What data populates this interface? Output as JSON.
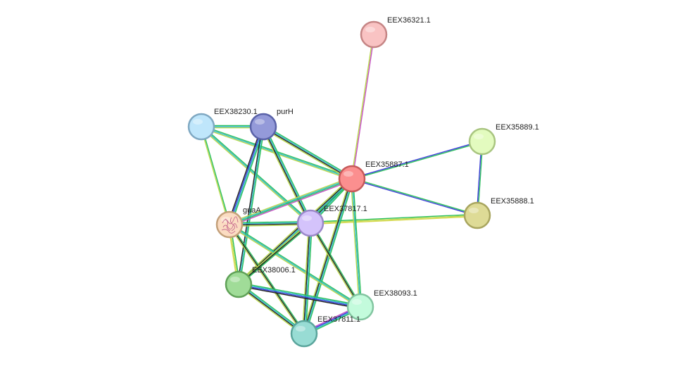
{
  "network": {
    "nodes": [
      {
        "id": "EEX36321.1",
        "label": "EEX36321.1",
        "color": "#f9c3c3",
        "stroke": "#c58585"
      },
      {
        "id": "EEX38230.1",
        "label": "EEX38230.1",
        "color": "#bfe6fb",
        "stroke": "#7fa8c2"
      },
      {
        "id": "purH",
        "label": "purH",
        "color": "#949ad9",
        "stroke": "#5a62a8"
      },
      {
        "id": "EEX35889.1",
        "label": "EEX35889.1",
        "color": "#e3fbbf",
        "stroke": "#a9c580"
      },
      {
        "id": "EEX35887.1",
        "label": "EEX35887.1",
        "color": "#fb8f8f",
        "stroke": "#c65a5a"
      },
      {
        "id": "EEX35888.1",
        "label": "EEX35888.1",
        "color": "#dedb96",
        "stroke": "#a8a55e"
      },
      {
        "id": "guaA",
        "label": "guaA",
        "color": "#fbdcc2",
        "stroke": "#c3a07a",
        "has_structure": true
      },
      {
        "id": "EEX37817.1",
        "label": "EEX37817.1",
        "color": "#d4c3fb",
        "stroke": "#9a88c8"
      },
      {
        "id": "EEX38006.1",
        "label": "EEX38006.1",
        "color": "#a0dc98",
        "stroke": "#5fa157"
      },
      {
        "id": "EEX38093.1",
        "label": "EEX38093.1",
        "color": "#c3fbdc",
        "stroke": "#82c5a0"
      },
      {
        "id": "EEX37811.1",
        "label": "EEX37811.1",
        "color": "#98dcd4",
        "stroke": "#5aa59c"
      }
    ],
    "edges": [
      {
        "source": "EEX36321.1",
        "target": "EEX35887.1",
        "colors": [
          "#c44ec4",
          "#b7d84a"
        ]
      },
      {
        "source": "EEX35889.1",
        "target": "EEX35887.1",
        "colors": [
          "#2abf5c",
          "#3a3ad8"
        ]
      },
      {
        "source": "EEX35889.1",
        "target": "EEX35888.1",
        "colors": [
          "#2abf5c",
          "#3a3ad8"
        ]
      },
      {
        "source": "EEX35887.1",
        "target": "EEX35888.1",
        "colors": [
          "#2abf5c",
          "#3a3ad8"
        ]
      },
      {
        "source": "EEX37817.1",
        "target": "EEX35888.1",
        "colors": [
          "#2abf5c",
          "#b7d84a",
          "#d8d84a"
        ]
      },
      {
        "source": "EEX38230.1",
        "target": "purH",
        "colors": [
          "#2abf5c",
          "#2fb8c8",
          "#b7d84a"
        ]
      },
      {
        "source": "EEX38230.1",
        "target": "EEX35887.1",
        "colors": [
          "#2abf5c",
          "#2fb8c8",
          "#b7d84a"
        ]
      },
      {
        "source": "EEX38230.1",
        "target": "guaA",
        "colors": [
          "#2abf5c",
          "#b7d84a"
        ]
      },
      {
        "source": "EEX38230.1",
        "target": "EEX37817.1",
        "colors": [
          "#2abf5c",
          "#2fb8c8",
          "#b7d84a"
        ]
      },
      {
        "source": "purH",
        "target": "EEX35887.1",
        "colors": [
          "#2abf5c",
          "#2fb8c8",
          "#222222",
          "#b7d84a"
        ]
      },
      {
        "source": "purH",
        "target": "guaA",
        "colors": [
          "#2abf5c",
          "#2fb8c8",
          "#3a3ad8",
          "#222222"
        ]
      },
      {
        "source": "purH",
        "target": "EEX37817.1",
        "colors": [
          "#2abf5c",
          "#2fb8c8",
          "#222222",
          "#b7d84a"
        ]
      },
      {
        "source": "purH",
        "target": "EEX38006.1",
        "colors": [
          "#2abf5c",
          "#2fb8c8",
          "#222222"
        ]
      },
      {
        "source": "EEX35887.1",
        "target": "guaA",
        "colors": [
          "#c44ec4",
          "#2abf5c",
          "#2fb8c8",
          "#b7d84a"
        ]
      },
      {
        "source": "EEX35887.1",
        "target": "EEX37817.1",
        "colors": [
          "#2abf5c",
          "#2fb8c8",
          "#222222",
          "#b7d84a"
        ]
      },
      {
        "source": "EEX35887.1",
        "target": "EEX38006.1",
        "colors": [
          "#2abf5c",
          "#2fb8c8",
          "#222222",
          "#b7d84a"
        ]
      },
      {
        "source": "EEX35887.1",
        "target": "EEX38093.1",
        "colors": [
          "#2abf5c",
          "#2fb8c8",
          "#b7d84a"
        ]
      },
      {
        "source": "EEX35887.1",
        "target": "EEX37811.1",
        "colors": [
          "#2abf5c",
          "#2fb8c8",
          "#222222",
          "#b7d84a"
        ]
      },
      {
        "source": "guaA",
        "target": "EEX37817.1",
        "colors": [
          "#2abf5c",
          "#2fb8c8",
          "#222222",
          "#b7d84a"
        ]
      },
      {
        "source": "guaA",
        "target": "EEX38006.1",
        "colors": [
          "#2abf5c",
          "#b7d84a",
          "#d8d84a"
        ]
      },
      {
        "source": "guaA",
        "target": "EEX38093.1",
        "colors": [
          "#2abf5c",
          "#2fb8c8",
          "#b7d84a"
        ]
      },
      {
        "source": "guaA",
        "target": "EEX37811.1",
        "colors": [
          "#2abf5c",
          "#222222",
          "#b7d84a"
        ]
      },
      {
        "source": "EEX37817.1",
        "target": "EEX38006.1",
        "colors": [
          "#2abf5c",
          "#222222",
          "#b7d84a"
        ]
      },
      {
        "source": "EEX37817.1",
        "target": "EEX38093.1",
        "colors": [
          "#2abf5c",
          "#222222",
          "#b7d84a"
        ]
      },
      {
        "source": "EEX37817.1",
        "target": "EEX37811.1",
        "colors": [
          "#2abf5c",
          "#2fb8c8",
          "#222222",
          "#b7d84a"
        ]
      },
      {
        "source": "EEX38006.1",
        "target": "EEX38093.1",
        "colors": [
          "#2abf5c",
          "#2fb8c8",
          "#3a3ad8",
          "#222222"
        ]
      },
      {
        "source": "EEX38006.1",
        "target": "EEX37811.1",
        "colors": [
          "#2abf5c",
          "#2fb8c8",
          "#222222",
          "#b7d84a"
        ]
      },
      {
        "source": "EEX38093.1",
        "target": "EEX37811.1",
        "colors": [
          "#2abf5c",
          "#2fb8c8",
          "#3a3ad8",
          "#c44ec4"
        ]
      }
    ]
  }
}
